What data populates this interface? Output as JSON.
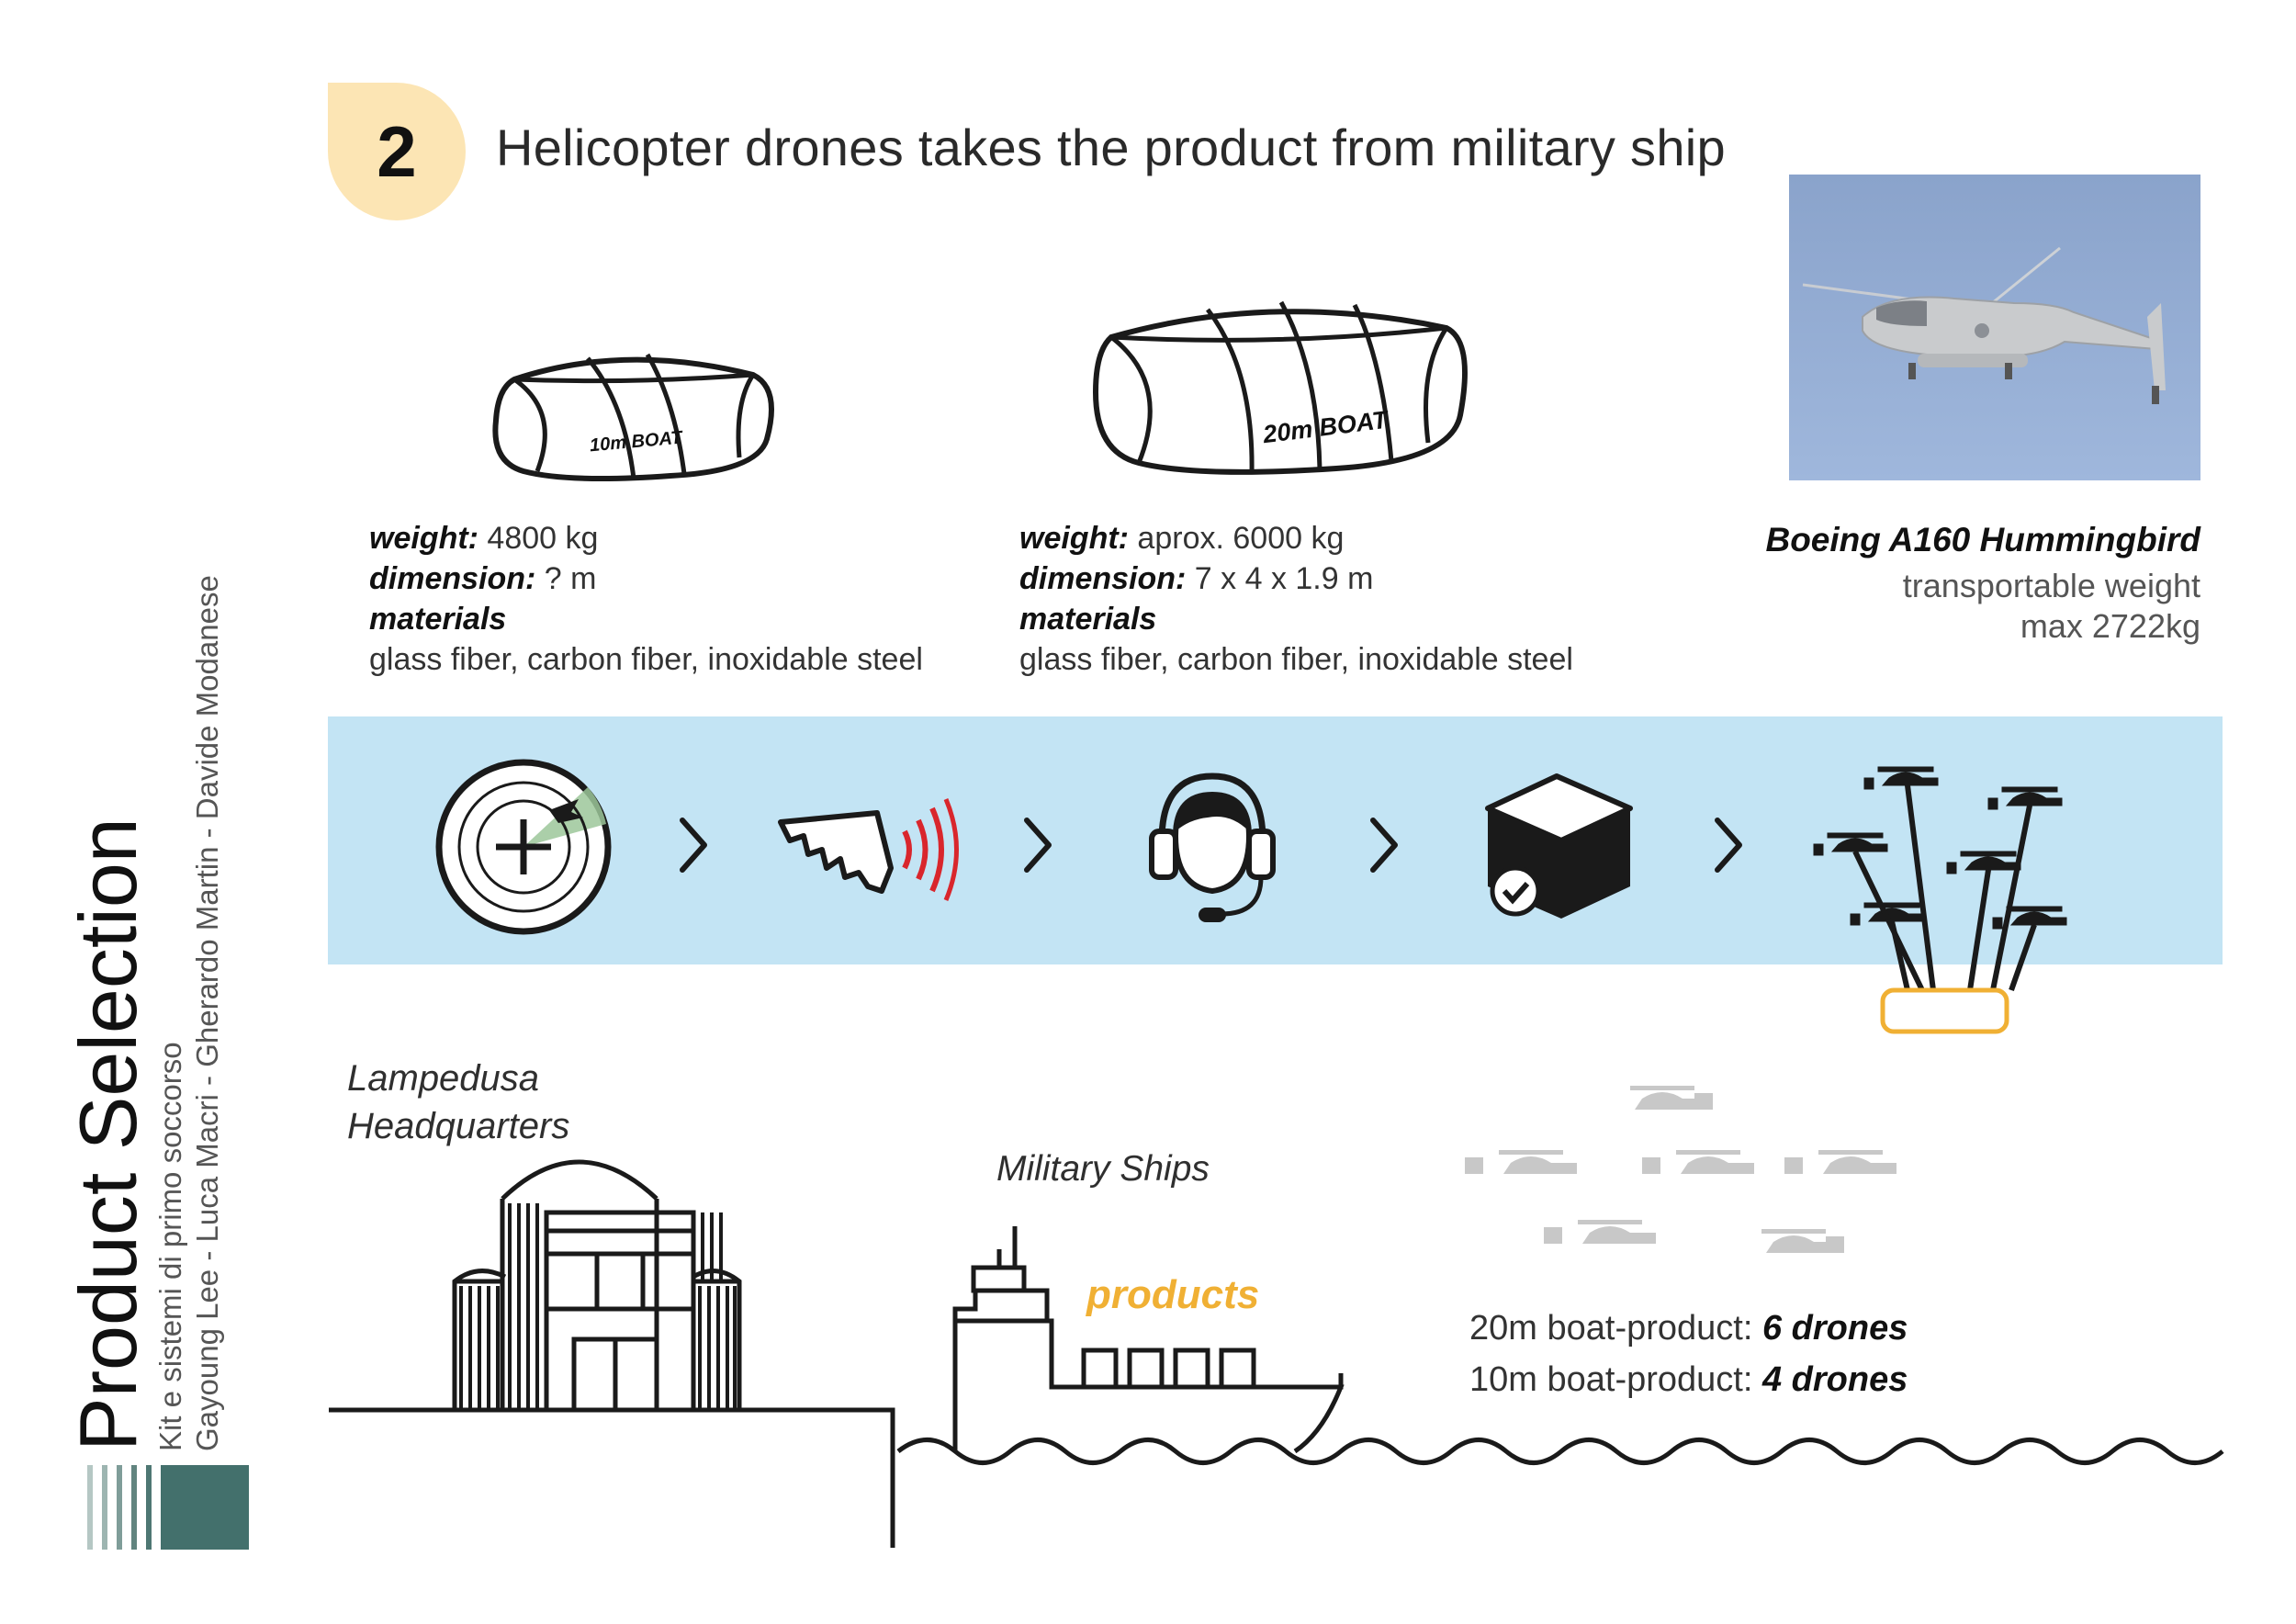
{
  "step": {
    "number": "2",
    "title": "Helicopter drones takes the product from military ship"
  },
  "sidebar": {
    "title": "Product Selection",
    "subtitle": "Kit e sistemi di primo soccorso",
    "authors": "Gayoung Lee - Luca Macri - Gherardo Martin - Davide Modanese"
  },
  "boat10": {
    "label": "10m BOAT",
    "weight_label": "weight:",
    "weight_value": " 4800 kg",
    "dimension_label": "dimension:",
    "dimension_value": " ? m",
    "materials_label": "materials",
    "materials_value": "glass fiber, carbon fiber, inoxidable steel"
  },
  "boat20": {
    "label": "20m BOAT",
    "weight_label": "weight:",
    "weight_value": " aprox. 6000 kg",
    "dimension_label": "dimension:",
    "dimension_value": " 7 x 4 x 1.9 m",
    "materials_label": "materials",
    "materials_value": "glass fiber, carbon fiber, inoxidable steel"
  },
  "helicopter": {
    "name": "Boeing A160 Hummingbird",
    "line1": "transportable weight",
    "line2": "max 2722kg"
  },
  "process": {
    "icons": [
      "radar-icon",
      "stealth-bomber-signal-icon",
      "operator-headset-icon",
      "package-check-icon",
      "drone-swarm-icon"
    ],
    "arrow_icon": "chevron-right-icon"
  },
  "scene": {
    "hq_line1": "Lampedusa",
    "hq_line2": "Headquarters",
    "ships_label": "Military Ships",
    "products_label": "products",
    "count20_prefix": "20m boat-product: ",
    "count20_value": "6 drones",
    "count10_prefix": "10m boat-product: ",
    "count10_value": "4 drones"
  },
  "colors": {
    "badge": "#fce5b4",
    "strip": "#c3e4f4",
    "accent_orange": "#f0b034",
    "signal_red": "#d9262c",
    "radar_green": "#9cc79a",
    "drone_gray": "#c8c8c8",
    "sidebar_dark": "#43706c"
  }
}
